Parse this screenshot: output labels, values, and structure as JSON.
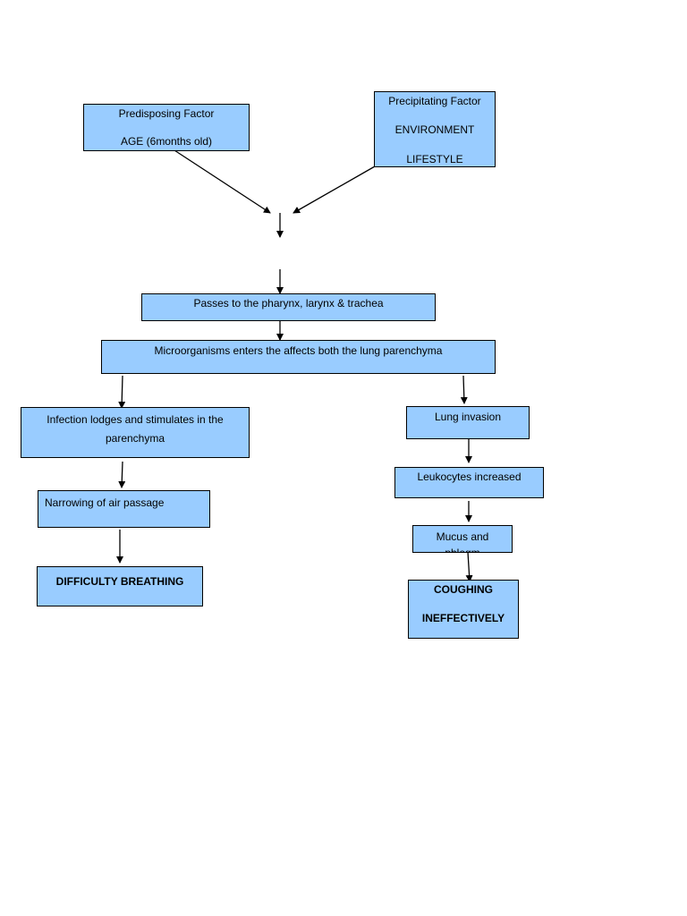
{
  "diagram": {
    "colors": {
      "box_fill": "#99ccff",
      "border": "#000000",
      "arrow": "#000000"
    },
    "predisposing": {
      "title": "Predisposing Factor",
      "value": "AGE (6months old)"
    },
    "precipitating": {
      "title": "Precipitating Factor",
      "line1": "ENVIRONMENT",
      "line2": "LIFESTYLE"
    },
    "pharynx": "Passes to the pharynx, larynx & trachea",
    "microorganisms": "Microorganisms enters the affects both the lung parenchyma",
    "left": {
      "infection": "Infection lodges and stimulates in the parenchyma",
      "narrowing": "Narrowing of air passage",
      "difficulty": "DIFFICULTY BREATHING"
    },
    "right": {
      "lung_invasion": "Lung invasion",
      "leukocytes": "Leukocytes increased",
      "mucus": "Mucus and phlegm",
      "coughing_1": "COUGHING",
      "coughing_2": "INEFFECTIVELY"
    }
  }
}
